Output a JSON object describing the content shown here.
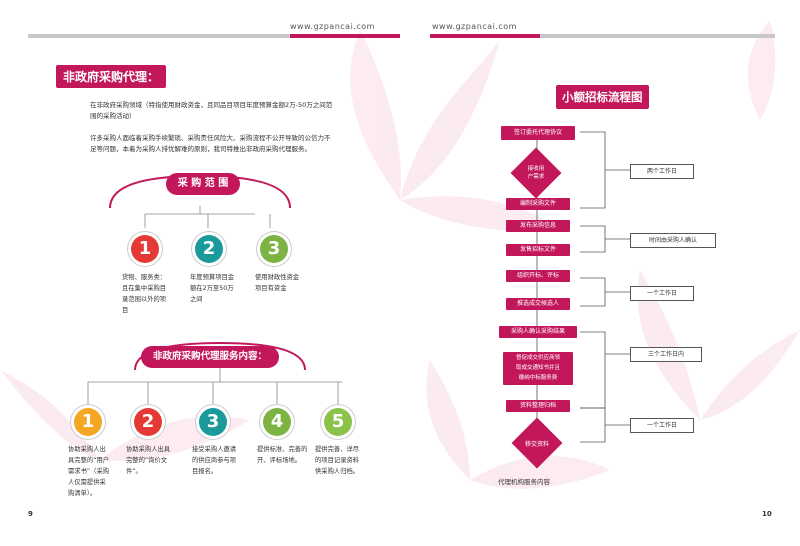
{
  "header": {
    "url_left": "www.gzpancai.com",
    "url_right": "www.gzpancai.com"
  },
  "left": {
    "title": "非政府采购代理：",
    "para1": "在非政府采购领域（特指使用财政资金，且同品目项目年度预算金额2万-50万之间范",
    "para1b": "围的采购活动）",
    "para2": "许多采购人面临着采购手续繁琐、采购责任风险大、采购流程不公开导致的公信力不",
    "para2b": "足等问题，本着为采购人排忧解难的原则，我司特推出非政府采购代理服务。",
    "scope_title": "采 购 范 围",
    "scope": [
      {
        "num": "1",
        "lines": [
          "货物、服务类：",
          "且在集中采购目",
          "录范围以外的项",
          "目"
        ]
      },
      {
        "num": "2",
        "lines": [
          "年度预算项目金",
          "额在2万至50万",
          "之间"
        ]
      },
      {
        "num": "3",
        "lines": [
          "使用财政性资金",
          "项目有资金"
        ]
      }
    ],
    "services_title": "非政府采购代理服务内容：",
    "services": [
      {
        "num": "1",
        "lines": [
          "协助采购人出",
          "具完整的“用户",
          "需求书”（采购",
          "人仅需提供采",
          "购清单）。"
        ]
      },
      {
        "num": "2",
        "lines": [
          "协助采购人出具",
          "完整的“询价文",
          "件”。"
        ]
      },
      {
        "num": "3",
        "lines": [
          "接受采购人邀请",
          "的供应商参与项",
          "目报名。"
        ]
      },
      {
        "num": "4",
        "lines": [
          "提供标准、完善的",
          "开、评标场地。"
        ]
      },
      {
        "num": "5",
        "lines": [
          "提供完善、详尽",
          "的项目记录资料",
          "供采购人归档。"
        ]
      }
    ],
    "page_number": "9"
  },
  "right": {
    "title": "小额招标流程图",
    "steps": {
      "s1": "签订委托代理协议",
      "s2a": "接收用",
      "s2b": "户需求",
      "s3": "编制采购文件",
      "s4": "发布采购信息",
      "s5": "发售招标文件",
      "s6": "组织开标、评标",
      "s7": "推选成交候选人",
      "s8": "采购人确认采购结果",
      "s9a": "督促成交供应商领",
      "s9b": "取成交通知书并且",
      "s9c": "缴纳中标服务费",
      "s10": "资料整理归档",
      "s11": "移交资料"
    },
    "notes": {
      "n1": "两个工作日",
      "n2": "时间由采购人确认",
      "n3": "一个工作日",
      "n4": "三个工作日内",
      "n5": "一个工作日"
    },
    "footer": "代理机构服务内容",
    "page_number": "10"
  },
  "colors": {
    "brand": "#c2185b",
    "orange": "#f5a623",
    "red": "#e53935",
    "teal": "#1a9a9a",
    "green": "#7cb342",
    "green2": "#8bc34a"
  }
}
